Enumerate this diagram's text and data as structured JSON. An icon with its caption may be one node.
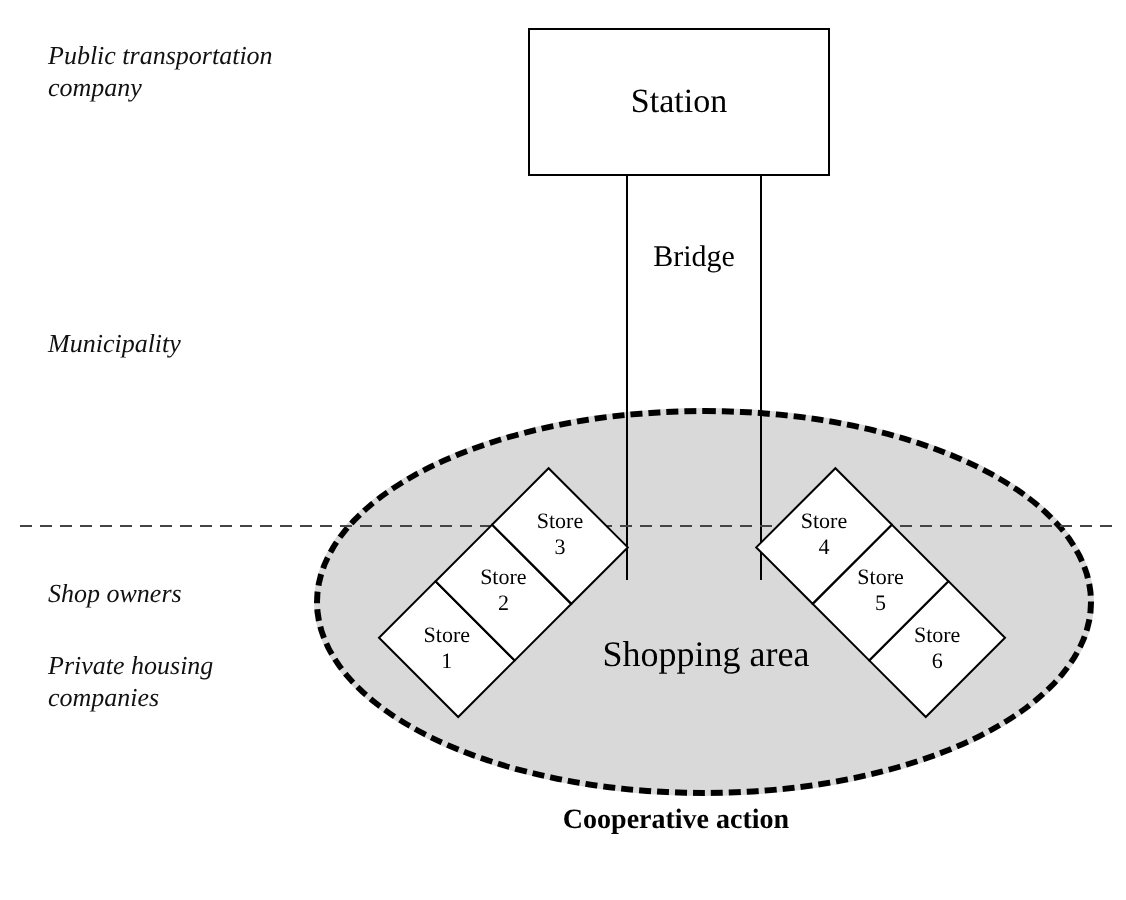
{
  "diagram": {
    "caption": "Cooperative action",
    "nodes": [
      {
        "text": [
          "Station"
        ]
      },
      {
        "text": [
          "Bridge"
        ]
      },
      {
        "text": [
          "Shopping area"
        ]
      },
      {
        "text": [
          "Store 1"
        ],
        "in": 2
      },
      {
        "text": [
          "Store 2"
        ],
        "in": 2
      },
      {
        "text": [
          "Store 3"
        ],
        "in": 2
      },
      {
        "text": [
          "Store 4"
        ],
        "in": 2
      },
      {
        "text": [
          "Store 5"
        ],
        "in": 2
      },
      {
        "text": [
          "Store 6"
        ],
        "in": 2
      }
    ],
    "labels": [
      "Public transportation company",
      "Municipality",
      "Shop owners",
      "Private housing companies"
    ]
  }
}
